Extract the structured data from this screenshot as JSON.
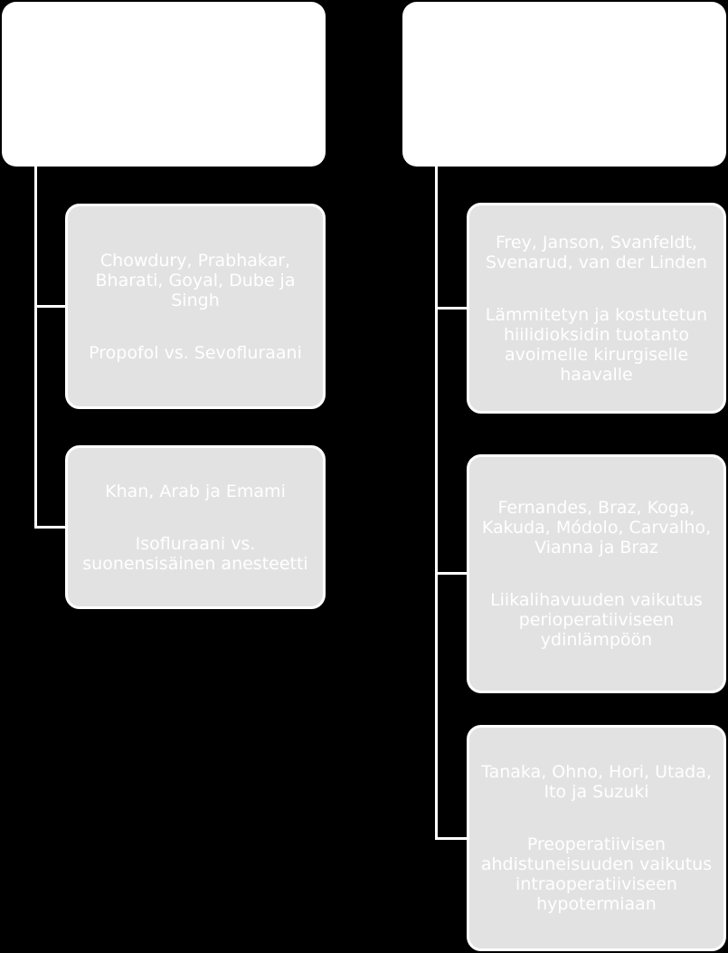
{
  "columns": [
    {
      "cards": [
        {
          "authors": "Chowdury, Prabhakar, Bharati, Goyal, Dube ja Singh",
          "topic": "Propofol vs. Sevofluraani"
        },
        {
          "authors": "Khan, Arab ja Emami",
          "topic": "Isofluraani vs. suonensisäinen anesteetti"
        }
      ]
    },
    {
      "cards": [
        {
          "authors": "Frey, Janson, Svanfeldt, Svenarud, van der Linden",
          "topic": "Lämmitetyn ja kostutetun hiilidioksidin tuotanto avoimelle kirurgiselle haavalle"
        },
        {
          "authors": "Fernandes, Braz, Koga, Kakuda, Módolo, Carvalho, Vianna ja Braz",
          "topic": "Liikalihavuuden vaikutus perioperatiiviseen ydinlämpöön"
        },
        {
          "authors": "Tanaka, Ohno, Hori, Utada, Ito ja Suzuki",
          "topic": "Preoperatiivisen ahdistuneisuuden vaikutus intraoperatiiviseen hypotermiaan"
        }
      ]
    }
  ]
}
